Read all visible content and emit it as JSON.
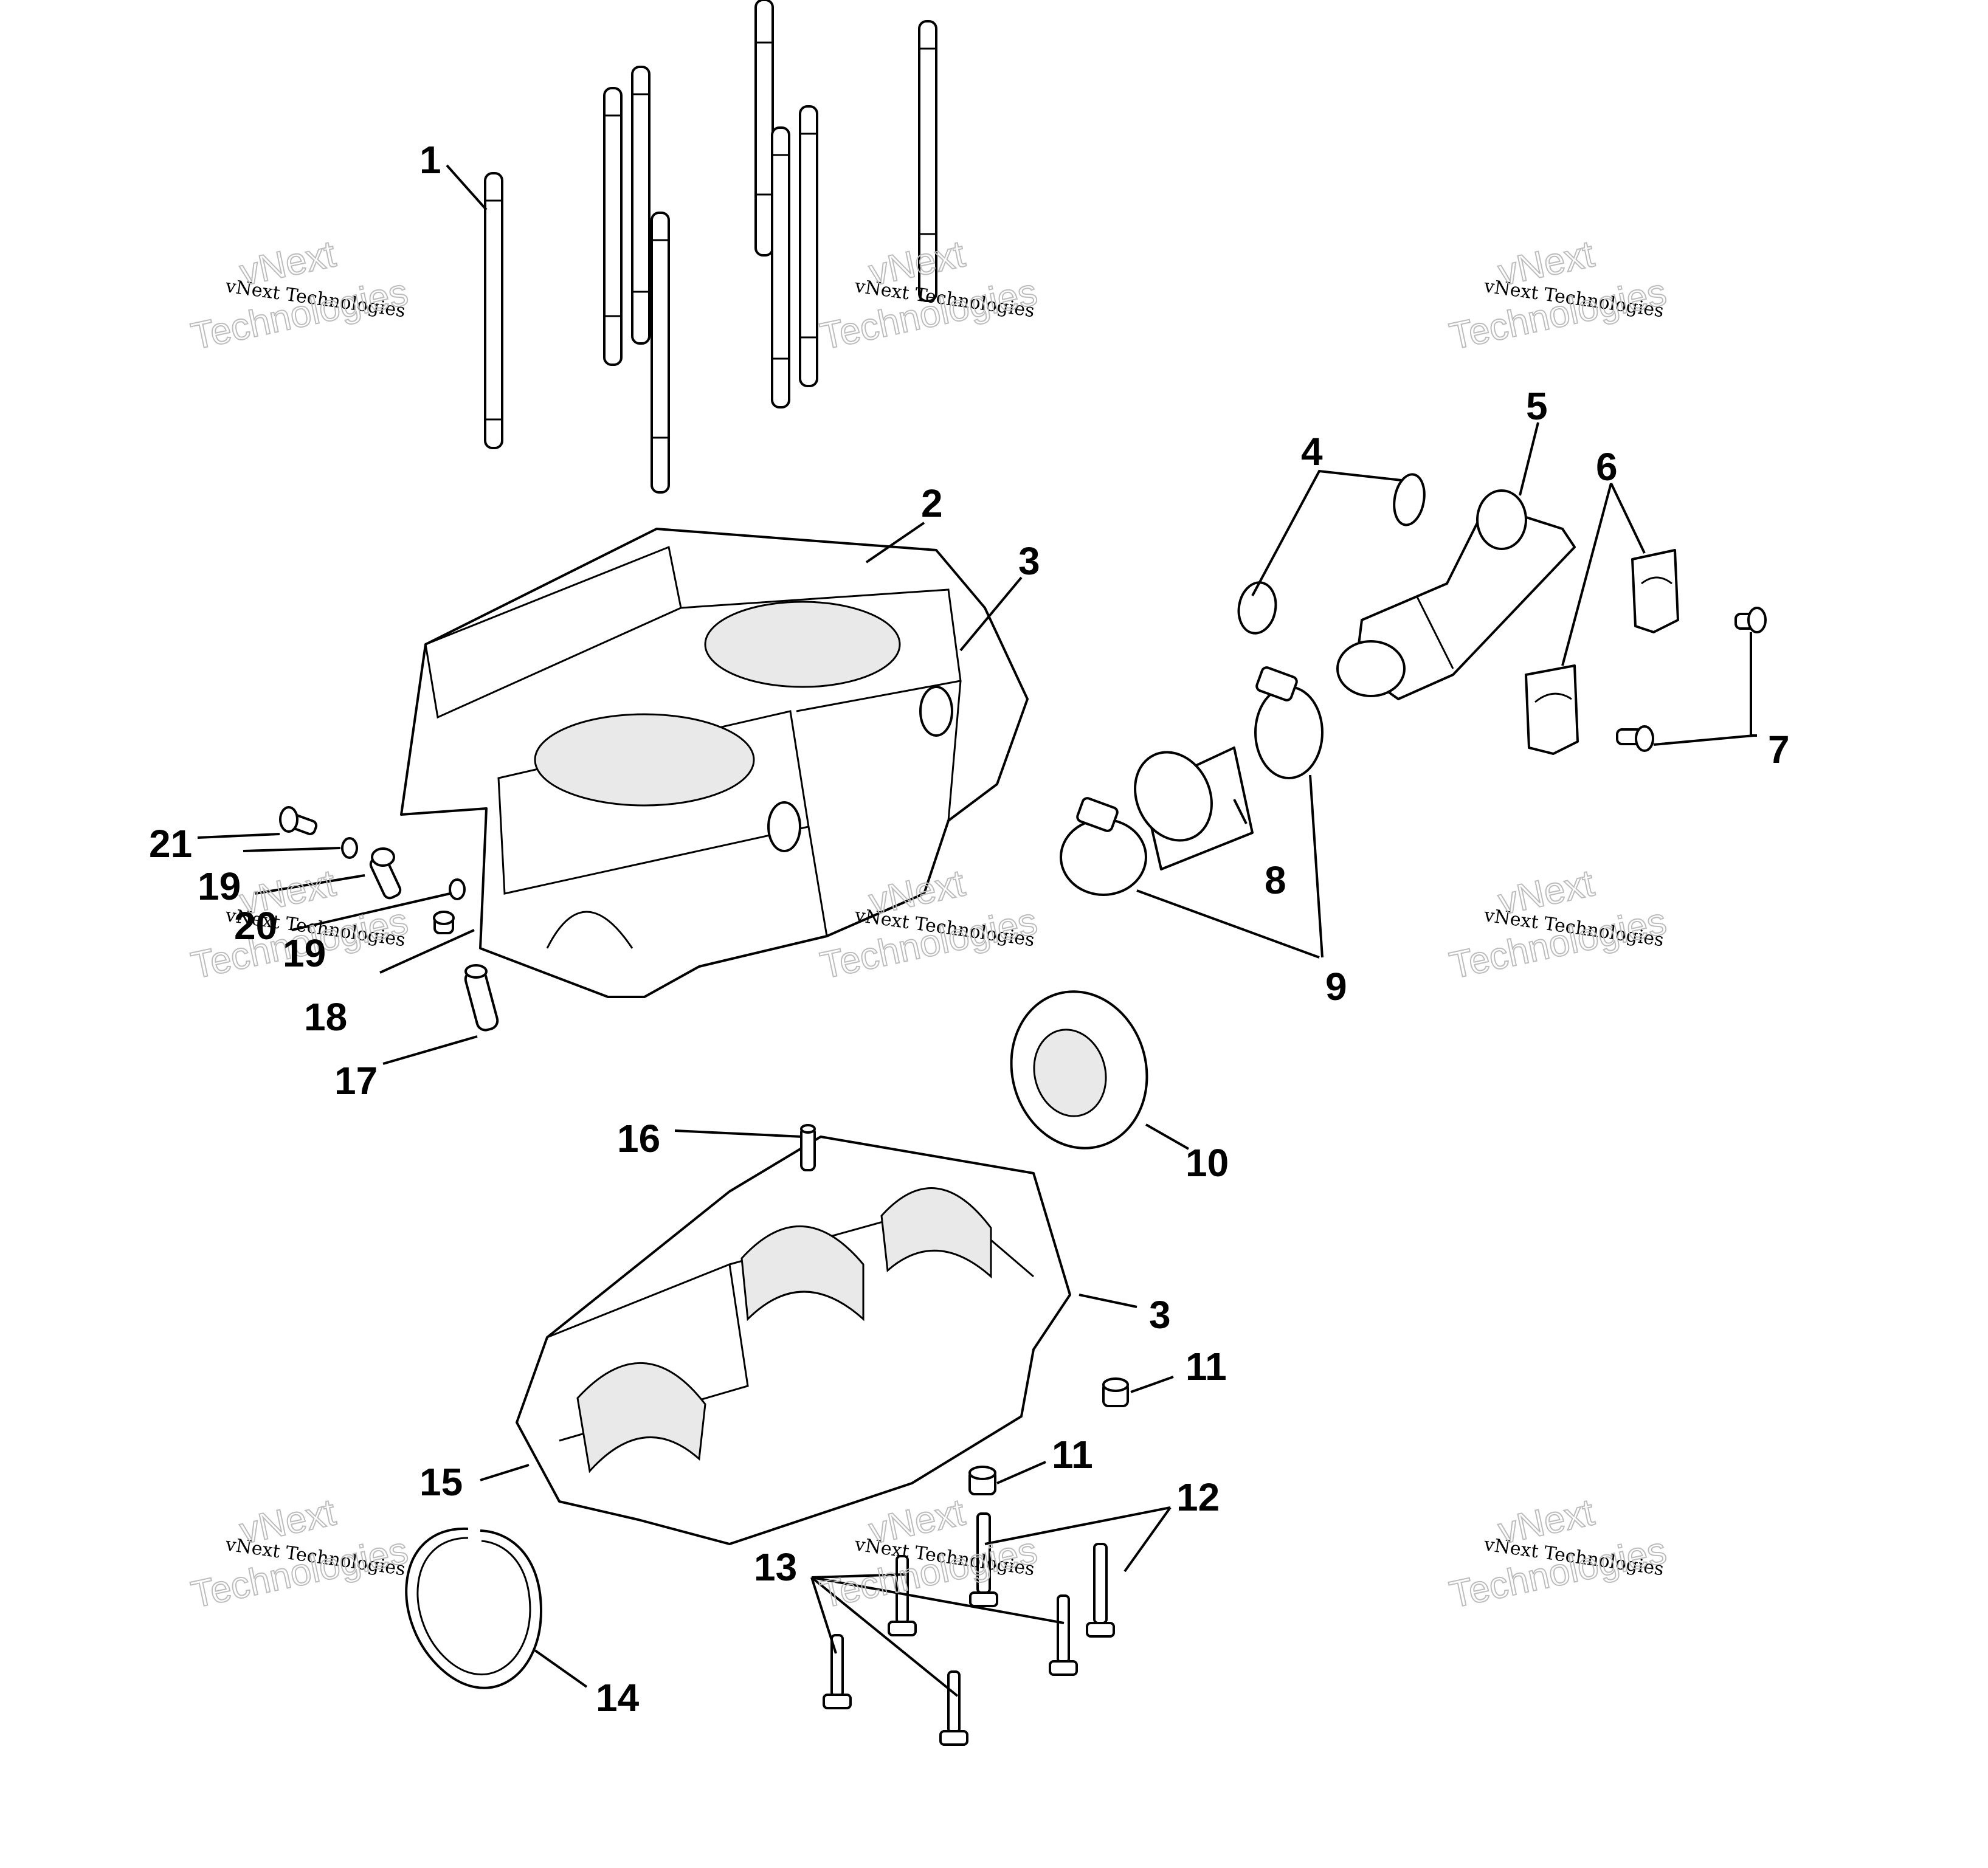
{
  "watermark": {
    "line1": "vNext Technologies",
    "line2": "vNext",
    "line3": "Technologies"
  },
  "callouts": [
    "1",
    "2",
    "3",
    "4",
    "5",
    "6",
    "7",
    "8",
    "9",
    "10",
    "11",
    "12",
    "13",
    "14",
    "15",
    "16",
    "17",
    "18",
    "19",
    "20",
    "21"
  ]
}
